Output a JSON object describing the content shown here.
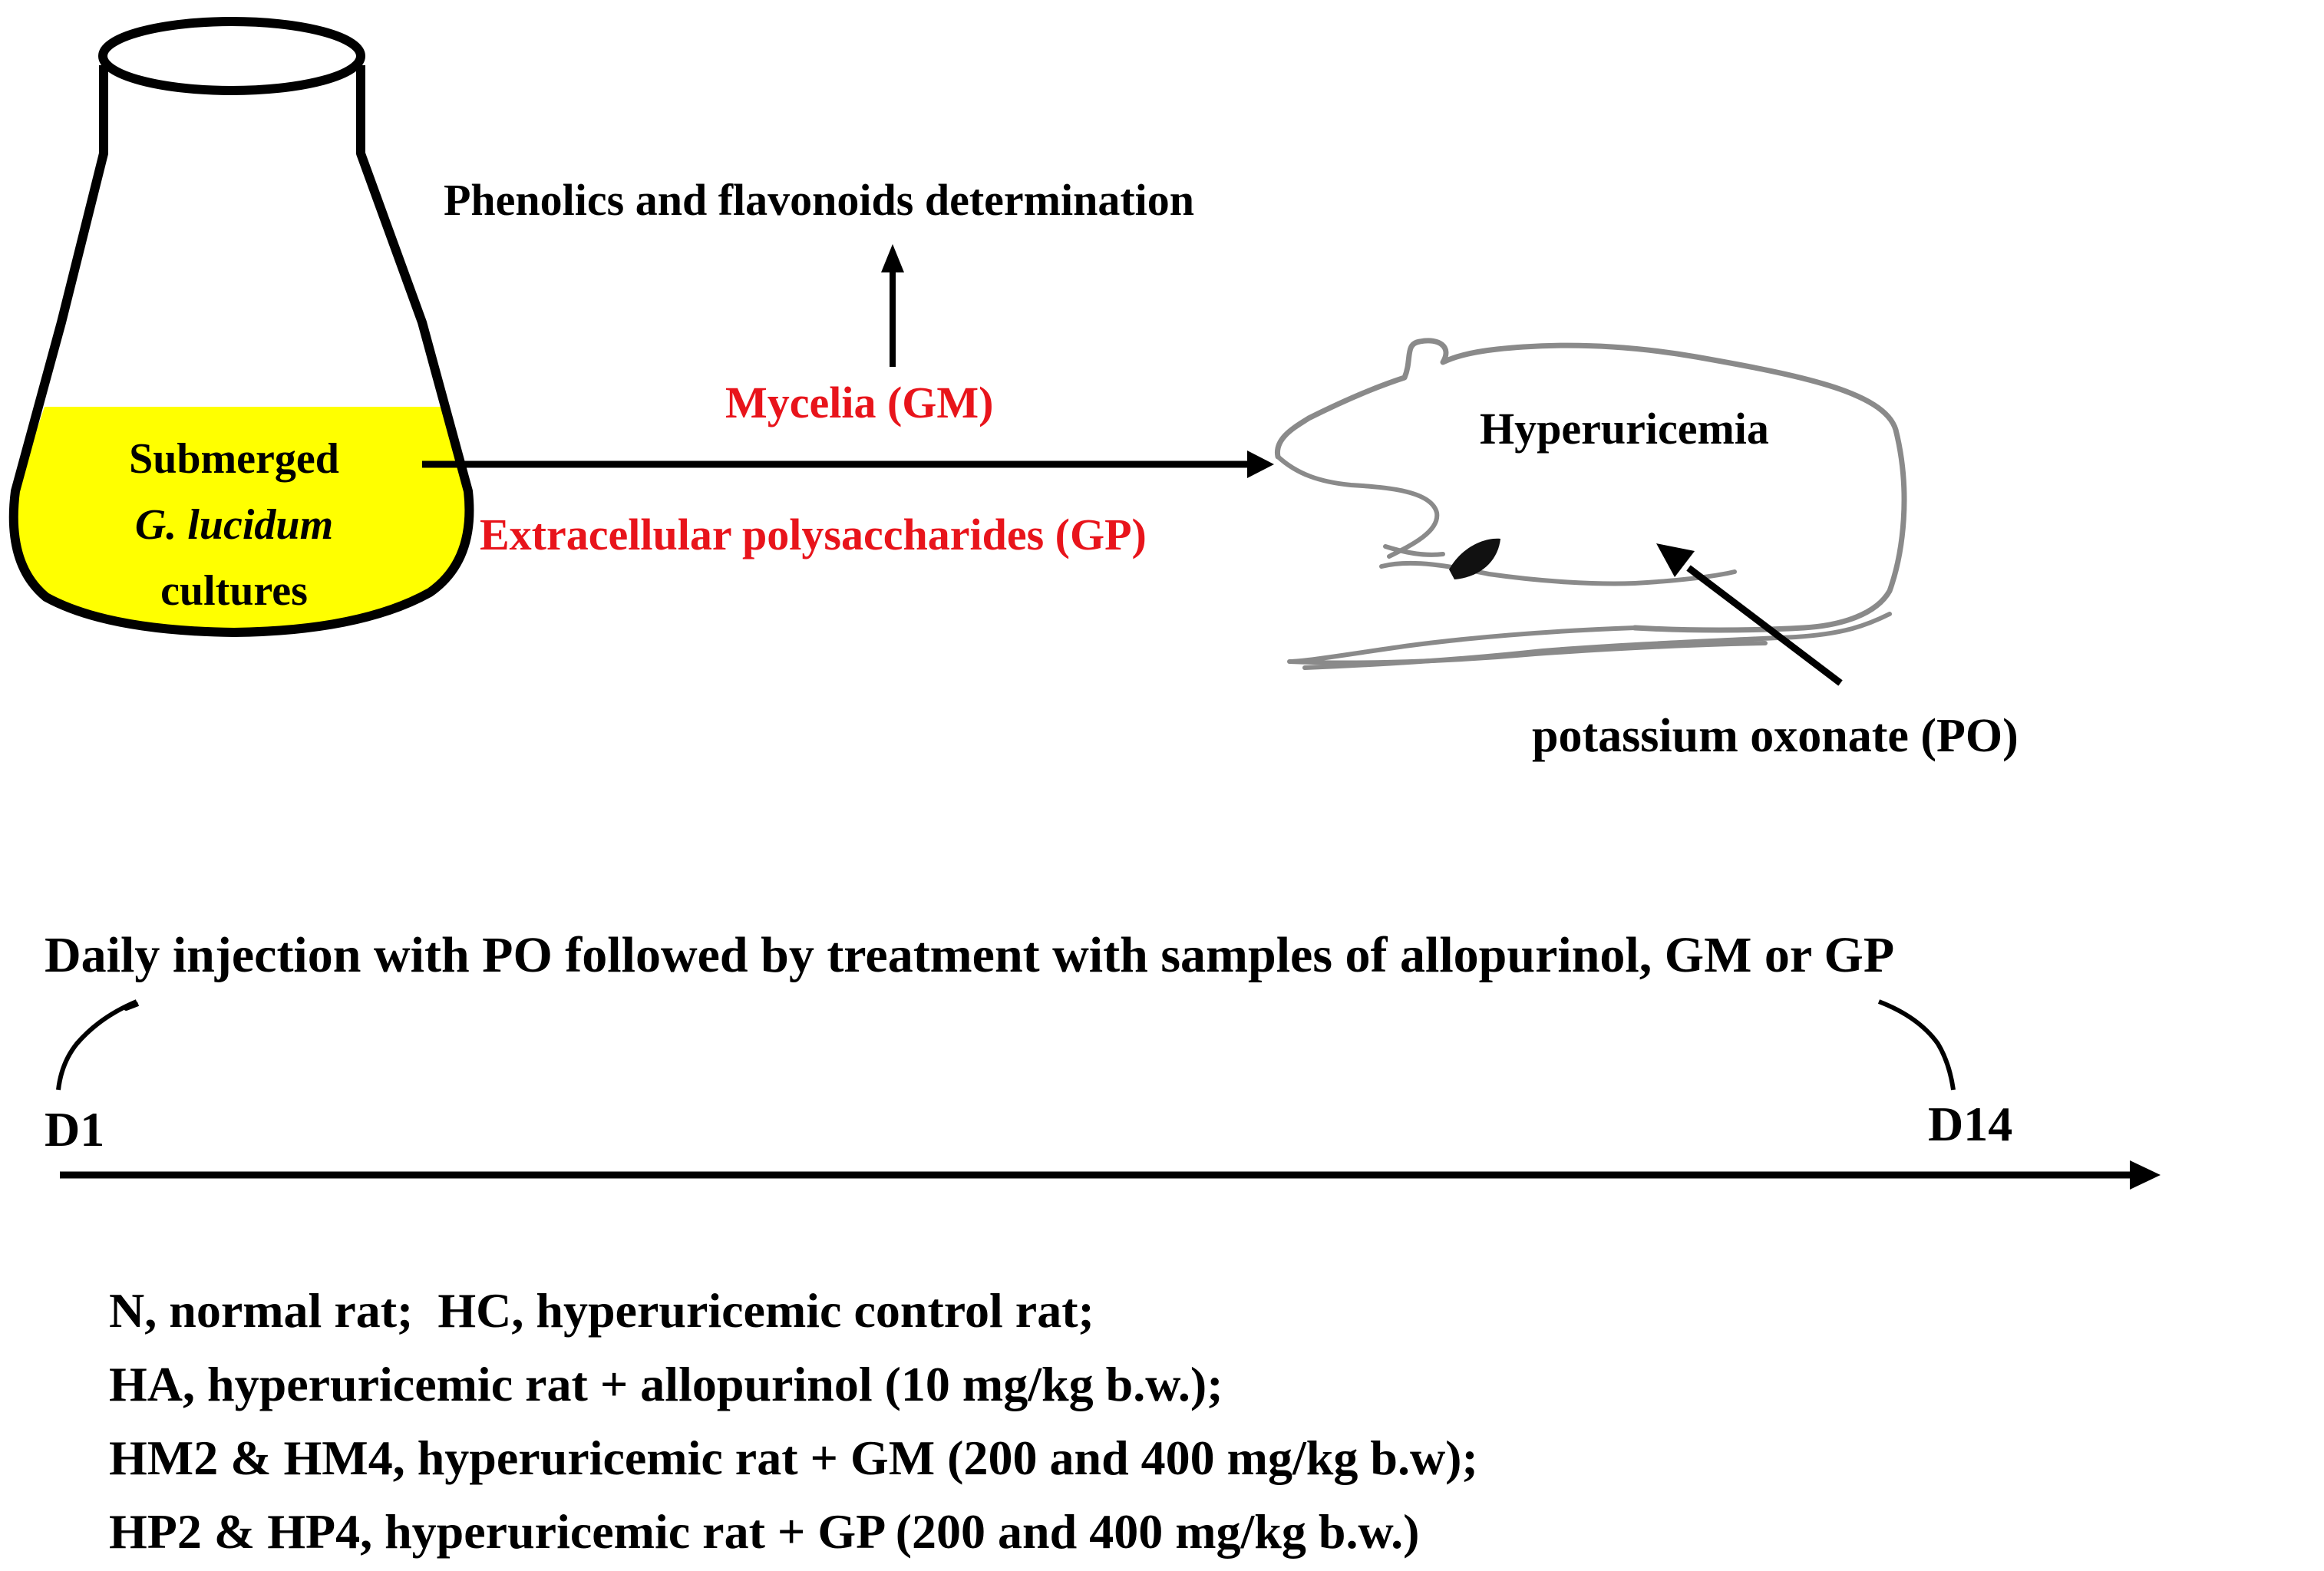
{
  "culture": {
    "line1": "Submerged",
    "line2": "G. lucidum",
    "line3": "cultures"
  },
  "phenolics_label": "Phenolics and flavonoids determination",
  "mycelia_label": "Mycelia (GM)",
  "polysaccharides_label": "Extracellular polysaccharides (GP)",
  "hyperuricemia_label": "Hyperuricemia",
  "po_label": "potassium oxonate (PO)",
  "timeline": {
    "caption": "Daily injection with PO followed by treatment with samples of allopurinol, GM or GP",
    "start": "D1",
    "end": "D14"
  },
  "legend": [
    "N, normal rat;  HC, hyperuricemic control rat;",
    "HA, hyperuricemic rat + allopurinol (10 mg/kg b.w.);",
    "HM2 & HM4, hyperuricemic rat + GM (200 and 400 mg/kg b.w);",
    "HP2 & HP4, hyperuricemic rat + GP (200 and 400 mg/kg b.w.)"
  ],
  "colors": {
    "culture_fill": "#ffff00",
    "highlight_text": "#e8141b",
    "line": "#000000",
    "rat_outline": "#8a8a8a"
  }
}
